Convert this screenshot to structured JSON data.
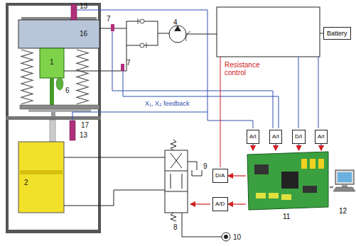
{
  "diagram": {
    "nodes": [
      {
        "text": [
          "Battery"
        ]
      },
      {
        "text": [
          "A/I"
        ]
      },
      {
        "text": [
          "A/I"
        ]
      },
      {
        "text": [
          "D/I"
        ]
      },
      {
        "text": [
          "A/I"
        ]
      },
      {
        "text": [
          "D/A"
        ]
      },
      {
        "text": [
          "A/D"
        ]
      },
      {
        "text": [
          "11"
        ]
      },
      {
        "text": [
          "12"
        ]
      }
    ],
    "edges": [
      {
        "from": 1,
        "to": 7,
        "arrow": "to"
      },
      {
        "from": 2,
        "to": 7,
        "arrow": "to"
      },
      {
        "from": 3,
        "to": 7,
        "arrow": "to"
      },
      {
        "from": 4,
        "to": 7,
        "arrow": "to"
      },
      {
        "from": 7,
        "to": 5,
        "arrow": "to"
      },
      {
        "from": 7,
        "to": 6,
        "arrow": "to"
      },
      {
        "from": 7,
        "to": 8,
        "arrow": "none"
      }
    ],
    "labels": [
      "13",
      "16",
      "1",
      "7",
      "7",
      "4",
      "6",
      "17",
      "13",
      "2",
      "Resistance control",
      "X₁, X₂ feedback",
      "8",
      "9",
      "10"
    ]
  }
}
